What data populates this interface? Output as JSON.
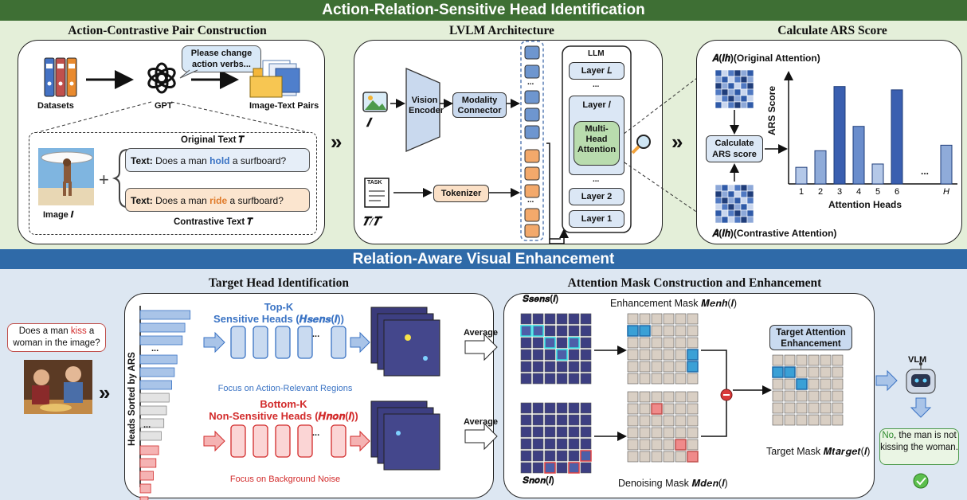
{
  "top_banner": "Action-Relation-Sensitive Head Identification",
  "bottom_banner": "Relation-Aware Visual Enhancement",
  "pair_panel": {
    "title": "Action-Contrastive Pair Construction",
    "datasets": "Datasets",
    "gpt": "GPT",
    "bubble_line1": "Please change",
    "bubble_line2": "action verbs...",
    "pairs": "Image-Text Pairs",
    "orig_label": "Original Text 𝑻",
    "text_prefix": "Text:",
    "orig_pre": "Does a man ",
    "orig_verb": "hold",
    "orig_post": " a surfboard?",
    "con_pre": "Does a man ",
    "con_verb": "ride",
    "con_post": " a surfboard?",
    "image_label": "Image 𝑰",
    "con_label": "Contrastive Text 𝑻̂"
  },
  "lvlm_panel": {
    "title": "LVLM Architecture",
    "image_symbol": "𝑰",
    "vision_encoder_1": "Vision",
    "vision_encoder_2": "Encoder",
    "modality_1": "Modality",
    "modality_2": "Connector",
    "task": "TASK",
    "text_symbol": "𝑻/𝑻̂",
    "tokenizer": "Tokenizer",
    "llm": "LLM",
    "layer_L": "Layer 𝐿",
    "layer_l": "Layer 𝑙",
    "mha_1": "Multi-",
    "mha_2": "Head",
    "mha_3": "Attention",
    "layer_2": "Layer 2",
    "layer_1": "Layer 1",
    "dots": "..."
  },
  "ars_panel": {
    "title": "Calculate ARS Score",
    "orig_attn": "𝑨(𝒍𝒉)(Original Attention)",
    "con_attn": "𝑨̂(𝒍𝒉)(Contrastive Attention)",
    "calc_1": "Calculate",
    "calc_2": "ARS score",
    "ylabel": "ARS Score",
    "xlabel": "Attention Heads",
    "dots": "..."
  },
  "chart_data": {
    "type": "bar",
    "categories": [
      "1",
      "2",
      "3",
      "4",
      "5",
      "6",
      "H"
    ],
    "values": [
      1.5,
      3.0,
      8.8,
      5.2,
      1.8,
      8.5,
      3.5
    ],
    "xlabel": "Attention Heads",
    "ylabel": "ARS Score",
    "ylim": [
      0,
      10
    ],
    "gap_between": [
      "6",
      "H"
    ]
  },
  "head_panel": {
    "title": "Target Head Identification",
    "question_pre": "Does a man ",
    "question_verb": "kiss",
    "question_post": " a woman in the image?",
    "sorted_label": "Heads Sorted by ARS",
    "topk": "Top-K",
    "sens_heads": "Sensitive Heads (𝑯𝒔𝒆𝒏𝒔(𝒍))",
    "focus_sens": "Focus on Action-Relevant Regions",
    "bottomk": "Bottom-K",
    "non_heads": "Non-Sensitive Heads (𝑯𝒏𝒐𝒏(𝒍))",
    "focus_non": "Focus on Background Noise",
    "dots": "...",
    "sorted_bars_blue": [
      0.95,
      0.85,
      0.8,
      0.7,
      0.65,
      0.6
    ],
    "sorted_bars_gray": [
      0.55,
      0.5,
      0.45,
      0.4
    ],
    "sorted_bars_red": [
      0.35,
      0.3,
      0.25,
      0.2,
      0.15,
      0.1
    ]
  },
  "mask_panel": {
    "title": "Attention Mask Construction and Enhancement",
    "average": "Average",
    "s_sens": "𝑺̄𝒔𝒆𝒏𝒔(𝒍)",
    "s_non": "𝑺̄𝒏𝒐𝒏(𝒍)",
    "enh_mask": "Enhancement Mask 𝑴𝒆𝒏𝒉(𝒍)",
    "den_mask": "Denoising Mask 𝑴𝒅𝒆𝒏(𝒍)",
    "target_title_1": "Target Attention",
    "target_title_2": "Enhancement",
    "target_mask": "Target Mask 𝑴𝒕𝒂𝒓𝒈𝒆𝒕(𝒍)",
    "vlm": "VLM",
    "answer_no": "No",
    "answer_rest": ", the man is not kissing the woman."
  },
  "colors": {
    "green_band": "#3e6f34",
    "blue_band": "#2f6aa8",
    "sens_blue": "#3a73c4",
    "non_red": "#d22b2b",
    "orange_token": "#f3a96b",
    "blue_token": "#6e96cf"
  }
}
